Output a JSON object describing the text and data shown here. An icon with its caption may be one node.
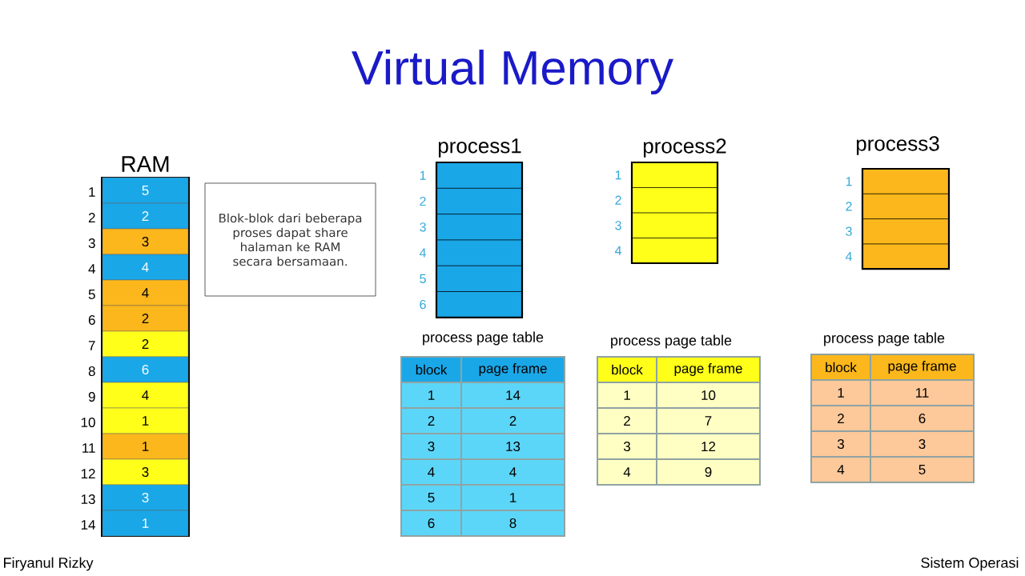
{
  "diagram": {
    "title": "Virtual Memory",
    "nodes": [
      {
        "text": [
          "RAM"
        ]
      },
      {
        "text": [
          "5"
        ],
        "beside": [
          "1"
        ],
        "in": 0
      },
      {
        "text": [
          "2"
        ],
        "beside": [
          "2"
        ],
        "in": 0
      },
      {
        "text": [
          "3"
        ],
        "beside": [
          "3"
        ],
        "in": 0
      },
      {
        "text": [
          "4"
        ],
        "beside": [
          "4"
        ],
        "in": 0
      },
      {
        "text": [
          "4"
        ],
        "beside": [
          "5"
        ],
        "in": 0
      },
      {
        "text": [
          "2"
        ],
        "beside": [
          "6"
        ],
        "in": 0
      },
      {
        "text": [
          "2"
        ],
        "beside": [
          "7"
        ],
        "in": 0
      },
      {
        "text": [
          "6"
        ],
        "beside": [
          "8"
        ],
        "in": 0
      },
      {
        "text": [
          "4"
        ],
        "beside": [
          "9"
        ],
        "in": 0
      },
      {
        "text": [
          "1"
        ],
        "beside": [
          "10"
        ],
        "in": 0
      },
      {
        "text": [
          "1"
        ],
        "beside": [
          "11"
        ],
        "in": 0
      },
      {
        "text": [
          "3"
        ],
        "beside": [
          "12"
        ],
        "in": 0
      },
      {
        "text": [
          "3"
        ],
        "beside": [
          "13"
        ],
        "in": 0
      },
      {
        "text": [
          "1"
        ],
        "beside": [
          "14"
        ],
        "in": 0
      },
      {
        "text": [
          "Blok-blok dari beberapa proses dapat share halaman ke RAM secara bersamaan."
        ]
      },
      {
        "text": [
          "process1"
        ]
      },
      {
        "text": [
          "process2"
        ]
      },
      {
        "text": [
          "process3"
        ]
      }
    ],
    "labels": [
      "1",
      "2",
      "3",
      "4",
      "5",
      "6",
      "1",
      "2",
      "3",
      "4",
      "1",
      "2",
      "3",
      "4",
      "process page table",
      "block",
      "page frame",
      "1",
      "14",
      "2",
      "2",
      "3",
      "13",
      "4",
      "4",
      "5",
      "1",
      "6",
      "8",
      "process page table",
      "block",
      "page frame",
      "1",
      "10",
      "2",
      "7",
      "3",
      "12",
      "4",
      "9",
      "process page table",
      "block",
      "page frame",
      "1",
      "11",
      "2",
      "6",
      "3",
      "3",
      "4",
      "5",
      "Firyanul Rizky",
      "Sistem Operasi"
    ]
  }
}
